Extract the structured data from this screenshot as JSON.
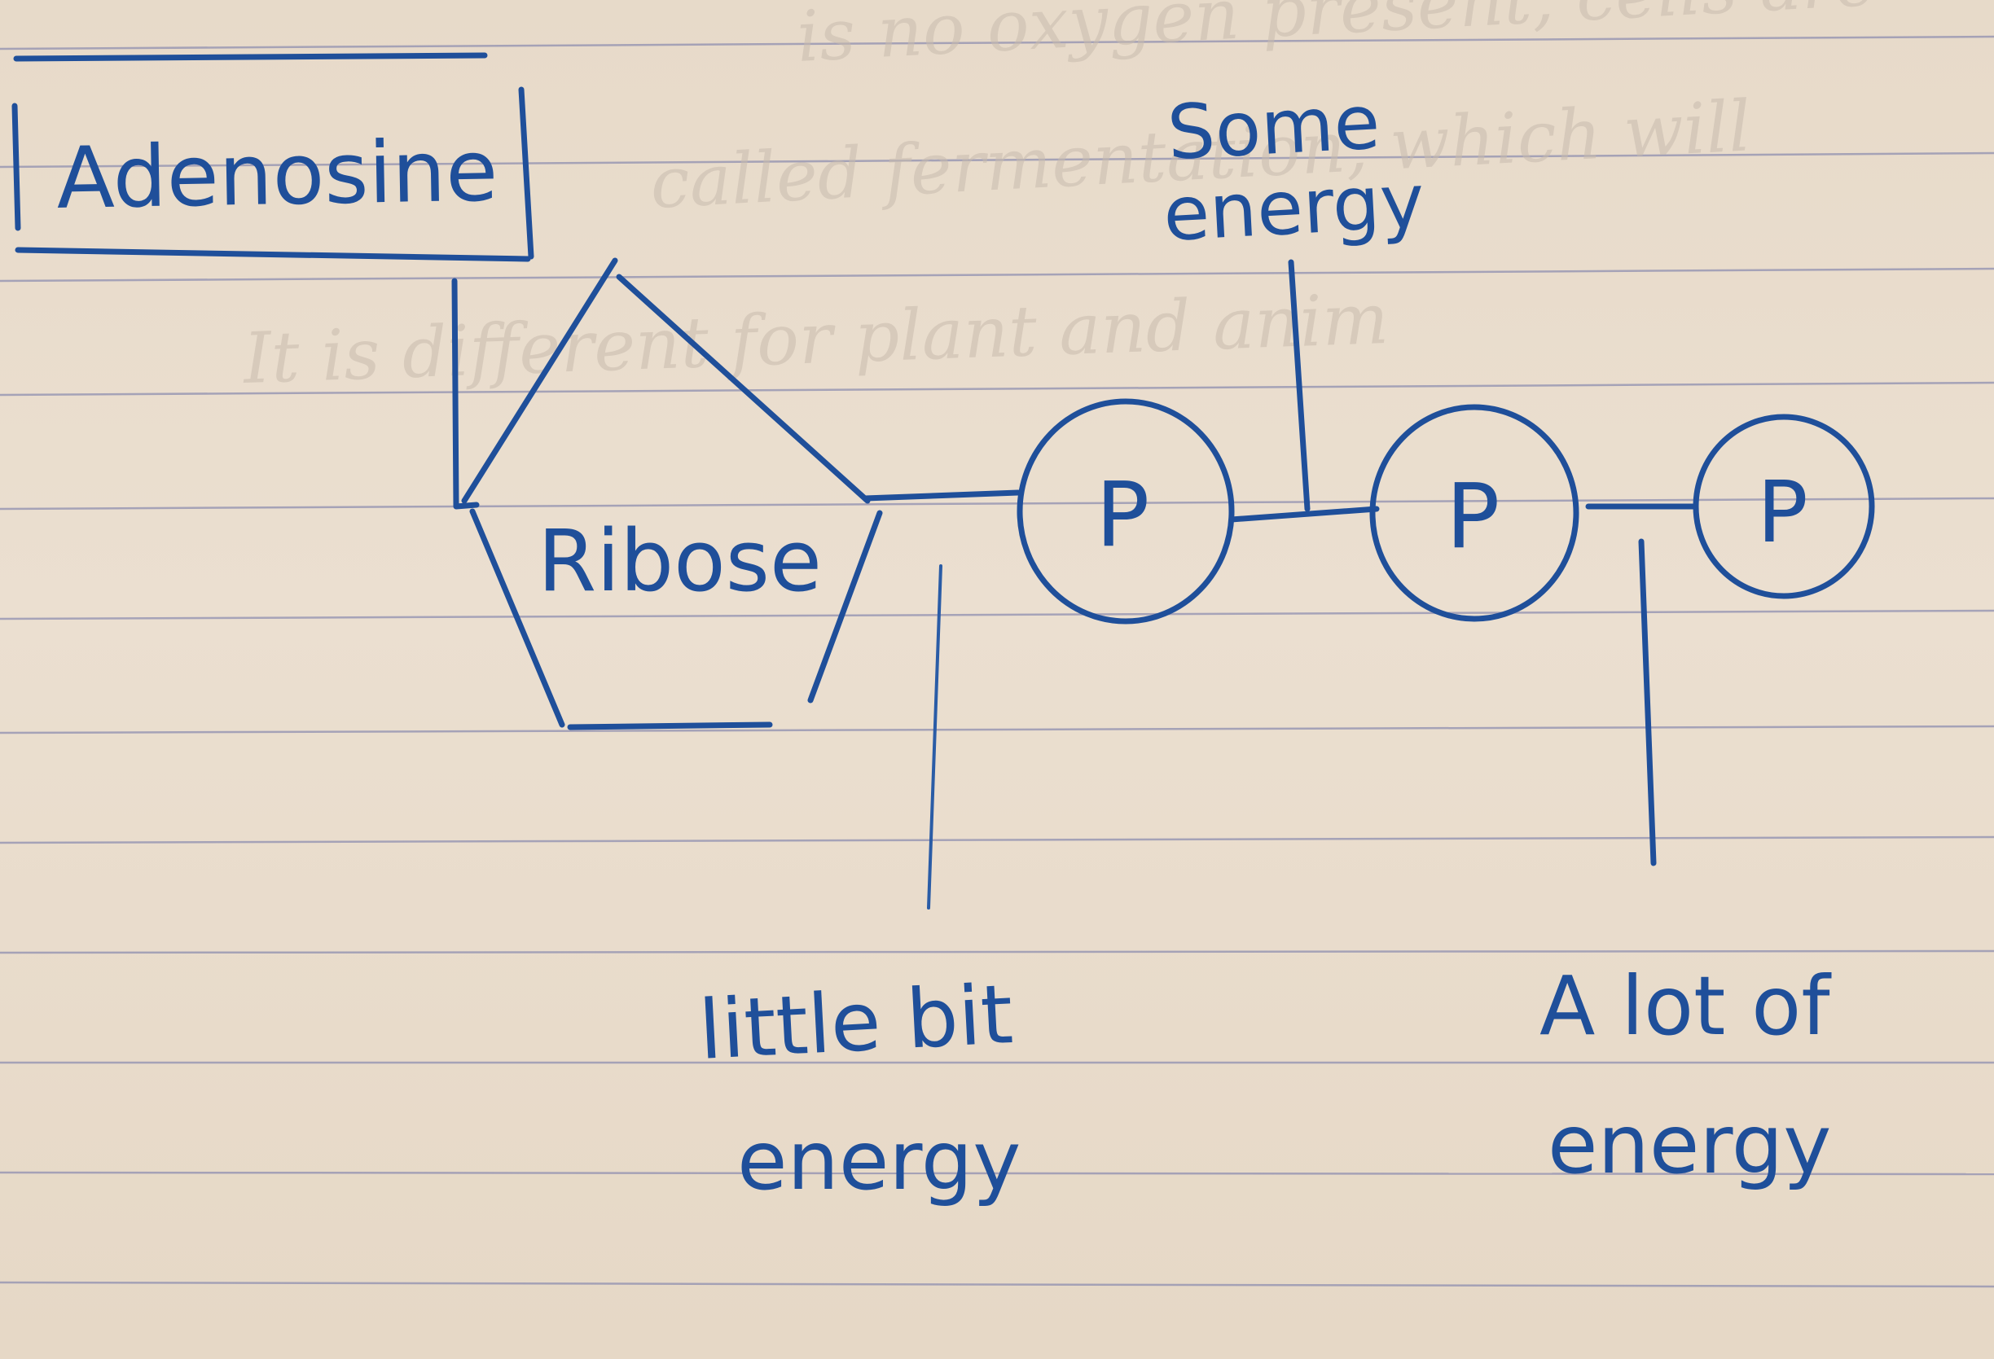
{
  "diagram": {
    "adenosine_label": "Adenosine",
    "ribose_label": "Ribose",
    "phosphate_labels": [
      "P",
      "P",
      "P"
    ],
    "annotations": {
      "some_energy": [
        "Some",
        "energy"
      ],
      "little_bit_energy": [
        "little bit",
        "energy"
      ],
      "a_lot_of_energy": [
        "A lot of",
        "energy"
      ]
    }
  },
  "bleed_through_text": [
    "is no oxygen present, cells are",
    "called fermentation, which will",
    "It is different for plant and anim"
  ],
  "colors": {
    "ink": "#1f4f9a",
    "paper": "#e9dccd",
    "ruled_lines": "#8f8fb0"
  }
}
